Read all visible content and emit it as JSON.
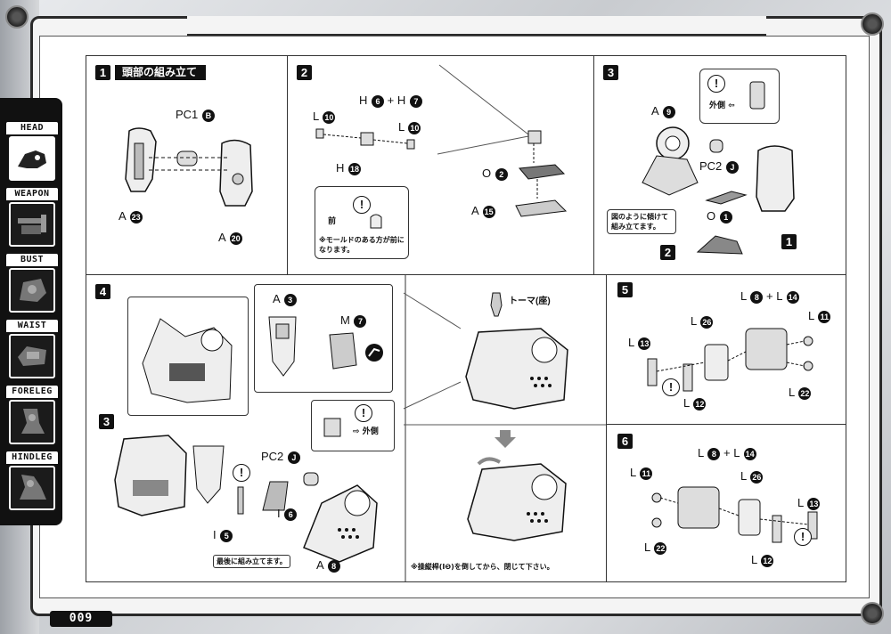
{
  "sidebar": {
    "tabs": [
      {
        "label": "HEAD",
        "active": true,
        "icon": "head-icon"
      },
      {
        "label": "WEAPON",
        "active": false,
        "icon": "weapon-icon"
      },
      {
        "label": "BUST",
        "active": false,
        "icon": "bust-icon"
      },
      {
        "label": "WAIST",
        "active": false,
        "icon": "waist-icon"
      },
      {
        "label": "FORELEG",
        "active": false,
        "icon": "foreleg-icon"
      },
      {
        "label": "HINDLEG",
        "active": false,
        "icon": "hindleg-icon"
      }
    ]
  },
  "page_number": "009",
  "steps": {
    "s1": {
      "num": "1",
      "title": "頭部の組み立て",
      "labels": {
        "pc1": "PC1",
        "pc1_code": "B",
        "a23": "A",
        "a23_code": "23",
        "a20": "A",
        "a20_code": "20"
      }
    },
    "s2": {
      "num": "2",
      "labels": {
        "h6": "H",
        "h6_code": "6",
        "plus": "+",
        "h7": "H",
        "h7_code": "7",
        "l10a": "L",
        "l10a_code": "10",
        "l10b": "L",
        "l10b_code": "10",
        "h18": "H",
        "h18_code": "18",
        "o2": "O",
        "o2_code": "2",
        "a15": "A",
        "a15_code": "15"
      },
      "callout": {
        "front": "前",
        "note_line1": "※モールドのある方が前に",
        "note_line2": "なります。"
      }
    },
    "s3": {
      "num": "3",
      "labels": {
        "a9": "A",
        "a9_code": "9",
        "pc2": "PC2",
        "pc2_code": "J",
        "o1": "O",
        "o1_code": "1",
        "ref1": "1",
        "ref2": "2"
      },
      "callout": {
        "outer": "外側"
      },
      "note_line1": "図のように傾けて",
      "note_line2": "組み立てます。"
    },
    "s4": {
      "num": "4",
      "labels": {
        "a3": "A",
        "a3_code": "3",
        "m7": "M",
        "m7_code": "7",
        "ref3": "3",
        "pc2": "PC2",
        "pc2_code": "J",
        "i6": "I",
        "i6_code": "6",
        "i5": "I",
        "i5_code": "5",
        "a8": "A",
        "a8_code": "8"
      },
      "callout": {
        "outer": "外側"
      },
      "last_note": "最後に組み立てます。",
      "tomah_label": "トーマ(座)",
      "bottom_note": "※操縦桿(I❺)を倒してから、閉じて下さい。"
    },
    "s5": {
      "num": "5",
      "labels": {
        "l8": "L",
        "l8_code": "8",
        "plus": "+",
        "l14": "L",
        "l14_code": "14",
        "l26": "L",
        "l26_code": "26",
        "l11": "L",
        "l11_code": "11",
        "l13": "L",
        "l13_code": "13",
        "l12": "L",
        "l12_code": "12",
        "l22": "L",
        "l22_code": "22"
      }
    },
    "s6": {
      "num": "6",
      "labels": {
        "l8": "L",
        "l8_code": "8",
        "plus": "+",
        "l14": "L",
        "l14_code": "14",
        "l11": "L",
        "l11_code": "11",
        "l26": "L",
        "l26_code": "26",
        "l13": "L",
        "l13_code": "13",
        "l22": "L",
        "l22_code": "22",
        "l12": "L",
        "l12_code": "12"
      }
    }
  }
}
